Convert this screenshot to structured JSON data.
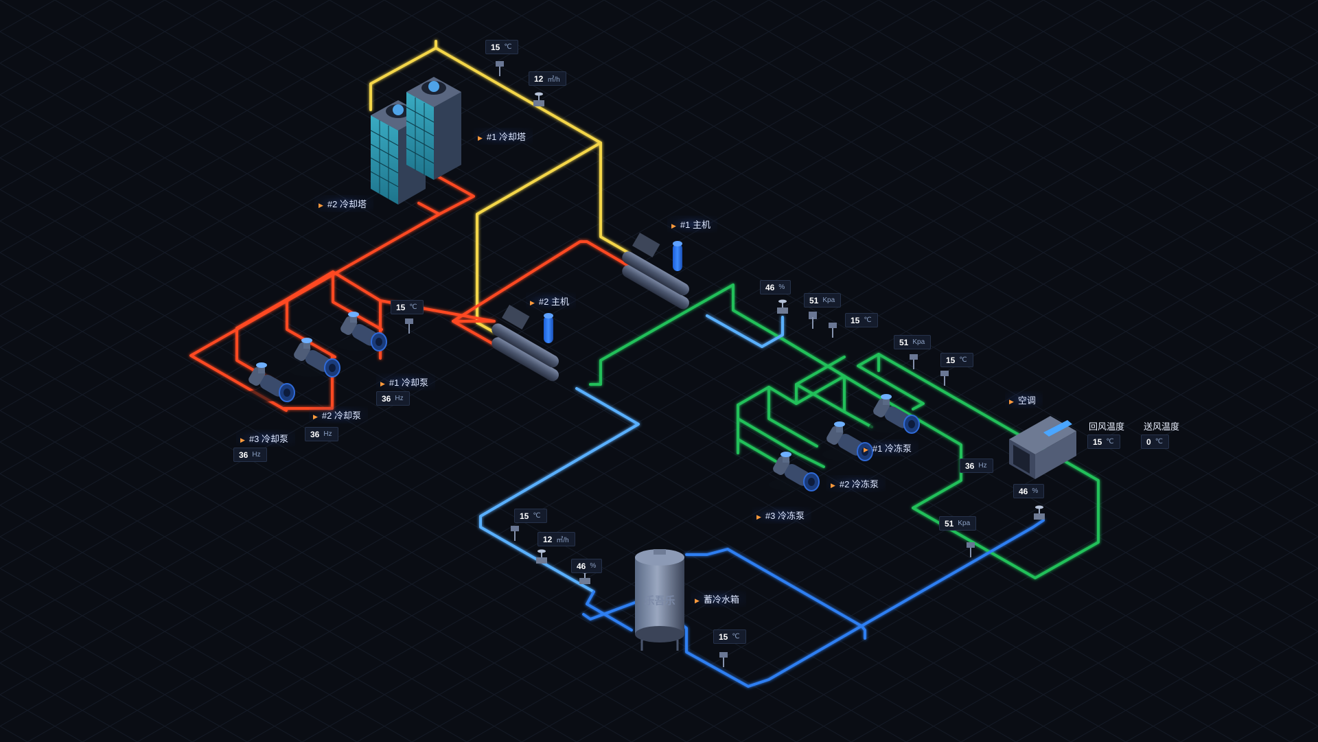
{
  "equipment": {
    "cooling_tower_1": "#1 冷却塔",
    "cooling_tower_2": "#2 冷却塔",
    "chiller_1": "#1 主机",
    "chiller_2": "#2 主机",
    "cooling_pump_1": "#1 冷却泵",
    "cooling_pump_2": "#2 冷却泵",
    "cooling_pump_3": "#3 冷却泵",
    "chilled_pump_1": "#1 冷冻泵",
    "chilled_pump_2": "#2 冷冻泵",
    "chilled_pump_3": "#3 冷冻泵",
    "air_conditioner": "空调",
    "storage_tank": "蓄冷水箱",
    "tank_brand": "乐吾乐"
  },
  "readings": {
    "tower_temp": {
      "value": "15",
      "unit": "℃"
    },
    "tower_flow": {
      "value": "12",
      "unit": "㎡/h"
    },
    "cooling_pipe_temp": {
      "value": "15",
      "unit": "℃"
    },
    "cooling_pump_1_freq": {
      "value": "36",
      "unit": "Hz"
    },
    "cooling_pump_2_freq": {
      "value": "36",
      "unit": "Hz"
    },
    "cooling_pump_3_freq": {
      "value": "36",
      "unit": "Hz"
    },
    "chilled_valve_open": {
      "value": "46",
      "unit": "%"
    },
    "chilled_pressure_1": {
      "value": "51",
      "unit": "Kpa"
    },
    "chilled_temp_1": {
      "value": "15",
      "unit": "℃"
    },
    "chilled_pressure_2": {
      "value": "51",
      "unit": "Kpa"
    },
    "chilled_temp_2": {
      "value": "15",
      "unit": "℃"
    },
    "return_air_temp": {
      "value": "15",
      "unit": "℃"
    },
    "supply_air_temp": {
      "value": "0",
      "unit": "℃"
    },
    "ac_freq": {
      "value": "36",
      "unit": "Hz"
    },
    "ac_valve_open": {
      "value": "46",
      "unit": "%"
    },
    "ac_pressure": {
      "value": "51",
      "unit": "Kpa"
    },
    "tank_temp_in": {
      "value": "15",
      "unit": "℃"
    },
    "tank_flow": {
      "value": "12",
      "unit": "㎡/h"
    },
    "tank_valve_open": {
      "value": "46",
      "unit": "%"
    },
    "tank_temp_out": {
      "value": "15",
      "unit": "℃"
    }
  },
  "labels": {
    "return_air": "回风温度",
    "supply_air": "送风温度"
  },
  "colors": {
    "cooling_water": "#ff4a24",
    "tower_water": "#f4d64a",
    "chilled_water": "#22c05a",
    "supply_water": "#5ab0ff",
    "tank_loop": "#2f7ff2",
    "background": "#0a0d14"
  },
  "icons": [
    "cooling-tower-icon",
    "chiller-icon",
    "pump-icon",
    "valve-icon",
    "sensor-icon",
    "ahu-icon",
    "tank-icon"
  ]
}
